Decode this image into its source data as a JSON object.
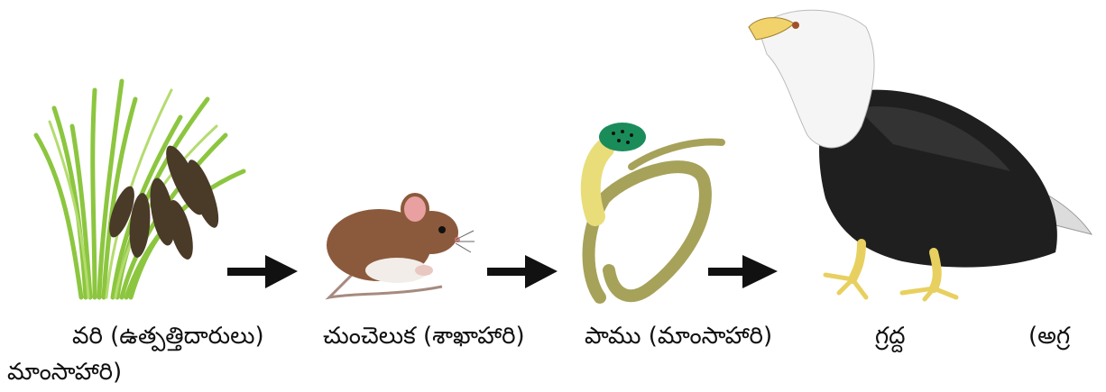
{
  "food_chain": {
    "organisms": [
      {
        "name": "rice-plant",
        "label": "వరి (ఉత్పత్తిదారులు)"
      },
      {
        "name": "mouse",
        "label": "చుంచెలుక (శాఖాహారి)"
      },
      {
        "name": "cobra",
        "label": "పాము (మాంసాహారి)"
      },
      {
        "name": "eagle",
        "label_part1": "గ్రద్ద",
        "label_part2": "(అగ్ర",
        "label_part3": "మాంసాహారి)"
      }
    ],
    "arrow_icon": "right-arrow-icon"
  },
  "colors": {
    "arrow": "#111111",
    "grass": "#8cc63f",
    "grain": "#4a3a28",
    "mouse": "#8b5a3c",
    "snake": "#a7a25a",
    "snake_head": "#1a8c5a",
    "eagle_body": "#1f1f1f",
    "eagle_beak": "#f2d36b"
  }
}
